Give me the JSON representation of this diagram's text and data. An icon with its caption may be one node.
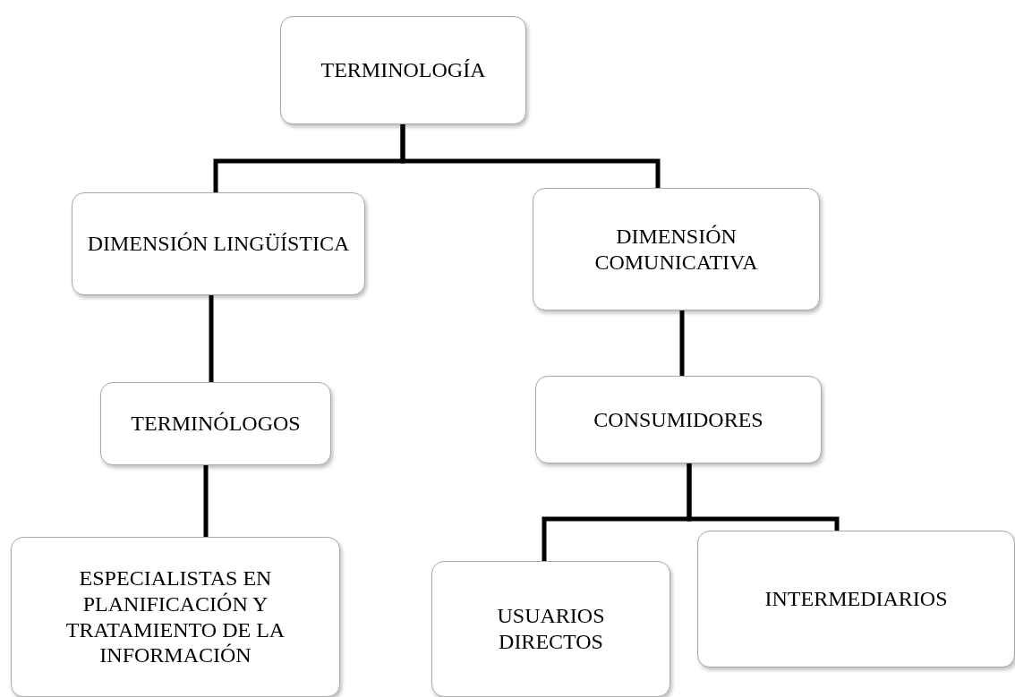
{
  "diagram": {
    "nodes": [
      {
        "text": [
          "TERMINOLOGÍA"
        ]
      },
      {
        "text": [
          "DIMENSIÓN LINGÜÍSTICA"
        ]
      },
      {
        "text": [
          "DIMENSIÓN COMUNICATIVA"
        ]
      },
      {
        "text": [
          "TERMINÓLOGOS"
        ]
      },
      {
        "text": [
          "CONSUMIDORES"
        ]
      },
      {
        "text": [
          "ESPECIALISTAS EN PLANIFICACIÓN Y TRATAMIENTO DE LA INFORMACIÓN"
        ]
      },
      {
        "text": [
          "USUARIOS DIRECTOS"
        ]
      },
      {
        "text": [
          "INTERMEDIARIOS"
        ]
      }
    ],
    "edges": [
      {
        "from": 0,
        "to": 1,
        "arrow": "none"
      },
      {
        "from": 0,
        "to": 2,
        "arrow": "none"
      },
      {
        "from": 1,
        "to": 3,
        "arrow": "none"
      },
      {
        "from": 2,
        "to": 4,
        "arrow": "none"
      },
      {
        "from": 3,
        "to": 5,
        "arrow": "none"
      },
      {
        "from": 4,
        "to": 6,
        "arrow": "none"
      },
      {
        "from": 4,
        "to": 7,
        "arrow": "none"
      }
    ]
  }
}
